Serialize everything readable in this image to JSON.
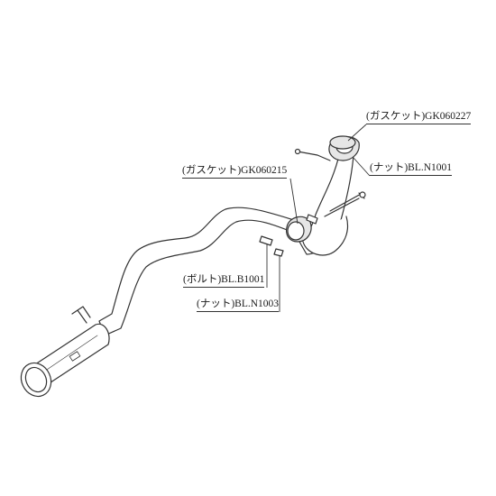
{
  "labels": {
    "gasket_top": "(ガスケット)GK060227",
    "nut_top": "(ナット)BL.N1001",
    "gasket_mid": "(ガスケット)GK060215",
    "bolt": "(ボルト)BL.B1001",
    "nut_mid": "(ナット)BL.N1003"
  },
  "colors": {
    "line": "#333333",
    "pipe_fill": "#ffffff",
    "flange_fill": "#e6e6e6"
  }
}
